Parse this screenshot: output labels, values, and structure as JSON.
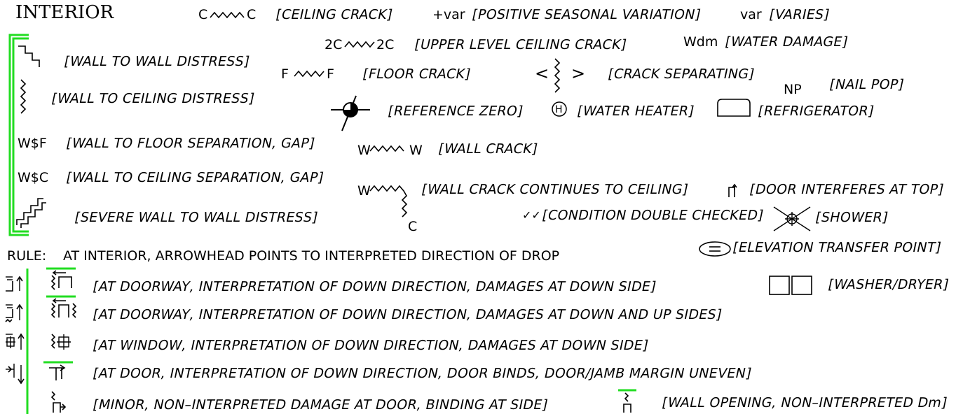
{
  "title": "INTERIOR",
  "legend": {
    "ceiling_crack": {
      "code": "C",
      "code2": "C",
      "label": "[CEILING CRACK]"
    },
    "positive_seasonal": {
      "code": "+var",
      "label": "[POSITIVE SEASONAL VARIATION]"
    },
    "varies": {
      "code": "var",
      "label": "[VARIES]"
    },
    "upper_ceiling_crack": {
      "code": "2C",
      "code2": "2C",
      "label": "[UPPER LEVEL CEILING CRACK]"
    },
    "water_damage": {
      "code": "Wdm",
      "label": "[WATER DAMAGE]"
    },
    "wall_to_wall": {
      "label": "[WALL TO WALL DISTRESS]"
    },
    "floor_crack": {
      "code": "F",
      "code2": "F",
      "label": "[FLOOR CRACK]"
    },
    "crack_separating": {
      "left": "<",
      "right": ">",
      "label": "[CRACK SEPARATING]"
    },
    "nail_pop": {
      "code": "NP",
      "label": "[NAIL POP]"
    },
    "wall_to_ceiling": {
      "label": "[WALL TO CEILING DISTRESS]"
    },
    "reference_zero": {
      "label": "[REFERENCE ZERO]"
    },
    "water_heater": {
      "code": "H",
      "label": "[WATER HEATER]"
    },
    "refrigerator": {
      "label": "[REFRIGERATOR]"
    },
    "wall_floor_sep": {
      "code": "W$F",
      "label": "[WALL TO FLOOR SEPARATION, GAP]"
    },
    "wall_crack": {
      "code": "W",
      "code2": "W",
      "label": "[WALL CRACK]"
    },
    "wall_ceiling_sep": {
      "code": "W$C",
      "label": "[WALL TO CEILING SEPARATION, GAP]"
    },
    "wall_crack_ceiling": {
      "code": "W",
      "code2": "C",
      "label": "[WALL CRACK CONTINUES TO CEILING]"
    },
    "door_top": {
      "label": "[DOOR INTERFERES AT TOP]"
    },
    "severe_wall": {
      "label": "[SEVERE WALL TO WALL DISTRESS]"
    },
    "double_checked": {
      "code": "✓✓",
      "label": "[CONDITION DOUBLE CHECKED]"
    },
    "shower": {
      "label": "[SHOWER]"
    },
    "elevation_transfer": {
      "label": "[ELEVATION TRANSFER POINT]"
    },
    "washer_dryer": {
      "label": "[WASHER/DRYER]"
    },
    "wall_opening": {
      "label": "[WALL OPENING, NON–INTERPRETED Dm]"
    }
  },
  "rule": {
    "prefix": "RULE:",
    "text": "AT INTERIOR, ARROWHEAD POINTS TO INTERPRETED DIRECTION OF DROP"
  },
  "rules_list": [
    "[AT DOORWAY, INTERPRETATION OF DOWN DIRECTION, DAMAGES AT DOWN SIDE]",
    "[AT DOORWAY, INTERPRETATION OF DOWN DIRECTION, DAMAGES AT DOWN AND UP SIDES]",
    "[AT WINDOW, INTERPRETATION OF DOWN DIRECTION, DAMAGES AT DOWN SIDE]",
    "[AT DOOR, INTERPRETATION OF DOWN DIRECTION, DOOR BINDS, DOOR/JAMB MARGIN UNEVEN]",
    "[MINOR, NON–INTERPRETED DAMAGE AT DOOR, BINDING AT SIDE]"
  ],
  "colors": {
    "accent": "#22dd22",
    "ink": "#000000"
  }
}
